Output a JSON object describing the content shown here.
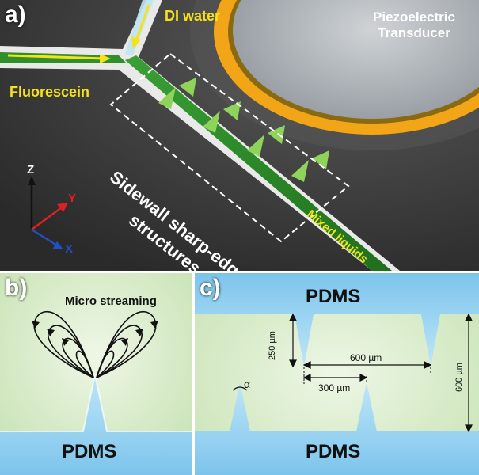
{
  "panel_a": {
    "label": "a)",
    "di_water": "DI water",
    "transducer_line1": "Piezoelectric",
    "transducer_line2": "Transducer",
    "fluorescein": "Fluorescein",
    "sidewall_line1": "Sidewall sharp-edge",
    "sidewall_line2": "structures",
    "mixed_liquids": "Mixed liquids",
    "axes": {
      "z": "Z",
      "y": "Y",
      "x": "X"
    }
  },
  "panel_b": {
    "label": "b)",
    "micro_streaming": "Micro streaming",
    "pdms": "PDMS"
  },
  "panel_c": {
    "label": "c)",
    "pdms_top": "PDMS",
    "pdms_bottom": "PDMS",
    "dim_250": "250 µm",
    "dim_600_horizontal": "600 µm",
    "dim_300": "300 µm",
    "dim_600_vertical": "600 µm",
    "alpha": "α"
  },
  "colors": {
    "channel_green": "#2f8f2a",
    "fluid_light_green": "#d7ecc6",
    "pdms_blue": "#8fd0f2",
    "transducer_orange": "#f2a516",
    "label_yellow": "#f6e21a",
    "axis_red": "#e02020",
    "axis_blue": "#2050c8"
  }
}
